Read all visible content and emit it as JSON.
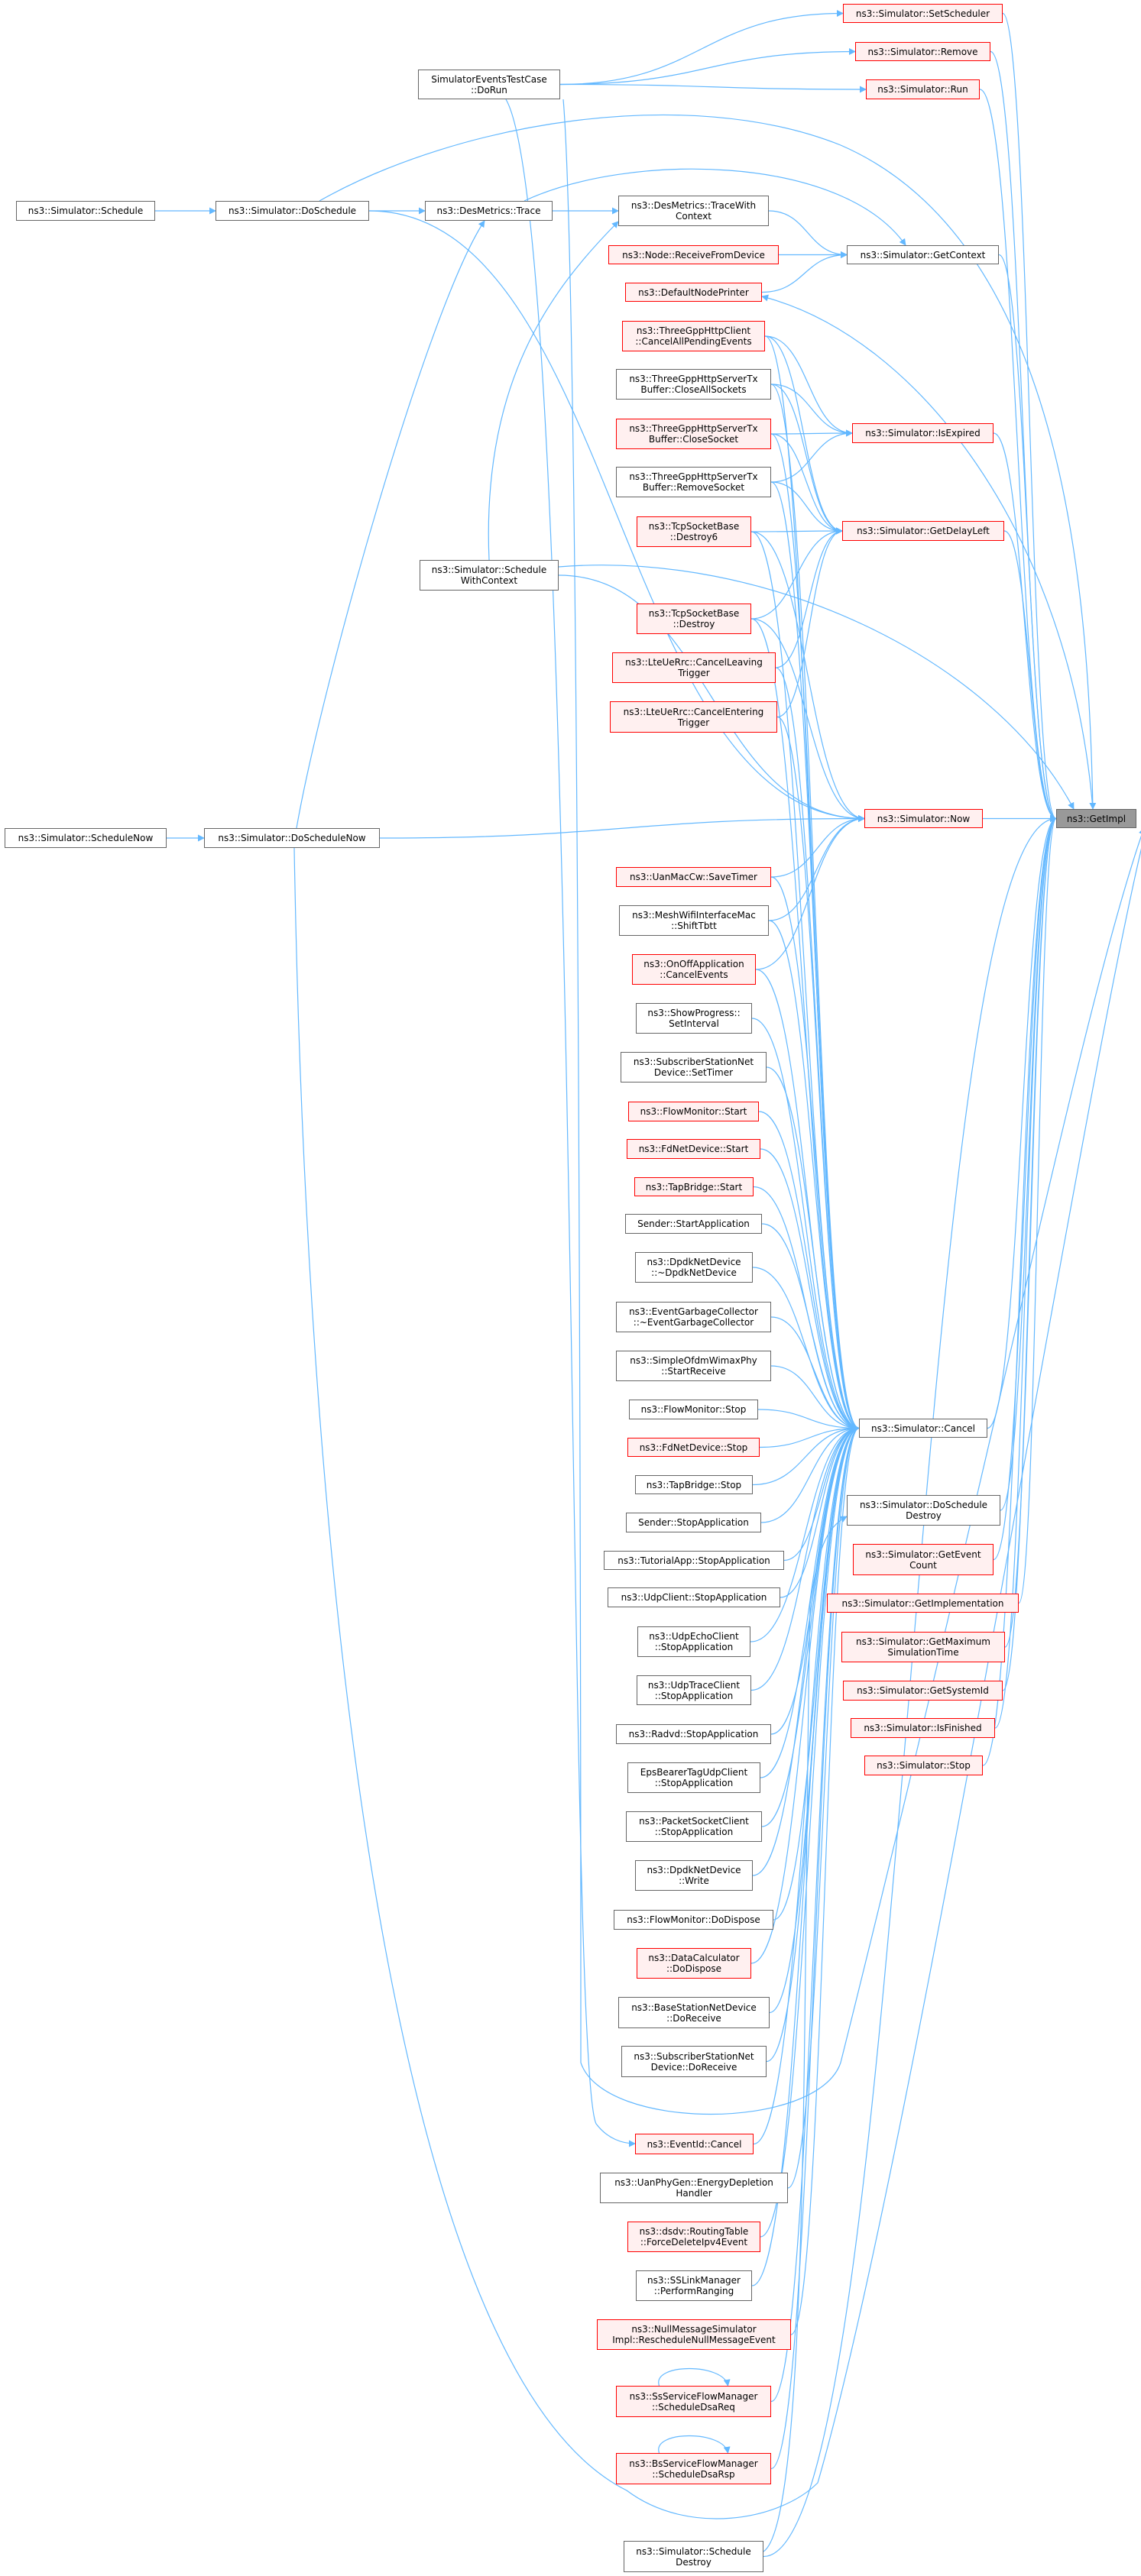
{
  "colors": {
    "edge": "#63b8ff",
    "normal_border": "#666666",
    "red_border": "#ff0000",
    "red_fill": "#fff0f0",
    "root_fill": "#999999"
  },
  "nodes": {
    "getimpl": {
      "label": "ns3::GetImpl",
      "kind": "root"
    },
    "setscheduler": {
      "label": "ns3::Simulator::SetScheduler",
      "kind": "red"
    },
    "remove": {
      "label": "ns3::Simulator::Remove",
      "kind": "red"
    },
    "run": {
      "label": "ns3::Simulator::Run",
      "kind": "red"
    },
    "dorun": {
      "label": "SimulatorEventsTestCase\n::DoRun",
      "kind": "normal"
    },
    "schedule": {
      "label": "ns3::Simulator::Schedule",
      "kind": "normal"
    },
    "doschedule": {
      "label": "ns3::Simulator::DoSchedule",
      "kind": "normal"
    },
    "trace": {
      "label": "ns3::DesMetrics::Trace",
      "kind": "normal"
    },
    "tracewithcontext": {
      "label": "ns3::DesMetrics::TraceWith\nContext",
      "kind": "normal"
    },
    "receivefromdevice": {
      "label": "ns3::Node::ReceiveFromDevice",
      "kind": "red"
    },
    "getcontext": {
      "label": "ns3::Simulator::GetContext",
      "kind": "normal"
    },
    "defaultnodeprinter": {
      "label": "ns3::DefaultNodePrinter",
      "kind": "red"
    },
    "httpclient": {
      "label": "ns3::ThreeGppHttpClient\n::CancelAllPendingEvents",
      "kind": "red"
    },
    "closeallsockets": {
      "label": "ns3::ThreeGppHttpServerTx\nBuffer::CloseAllSockets",
      "kind": "normal"
    },
    "closesocket": {
      "label": "ns3::ThreeGppHttpServerTx\nBuffer::CloseSocket",
      "kind": "red"
    },
    "isexpired": {
      "label": "ns3::Simulator::IsExpired",
      "kind": "red"
    },
    "removesocket": {
      "label": "ns3::ThreeGppHttpServerTx\nBuffer::RemoveSocket",
      "kind": "normal"
    },
    "destroy6": {
      "label": "ns3::TcpSocketBase\n::Destroy6",
      "kind": "red"
    },
    "getdelayleft": {
      "label": "ns3::Simulator::GetDelayLeft",
      "kind": "red"
    },
    "schedulewithcontext": {
      "label": "ns3::Simulator::Schedule\nWithContext",
      "kind": "normal"
    },
    "destroy": {
      "label": "ns3::TcpSocketBase\n::Destroy",
      "kind": "red"
    },
    "cancelleaving": {
      "label": "ns3::LteUeRrc::CancelLeaving\nTrigger",
      "kind": "red"
    },
    "cancelentering": {
      "label": "ns3::LteUeRrc::CancelEntering\nTrigger",
      "kind": "red"
    },
    "now": {
      "label": "ns3::Simulator::Now",
      "kind": "red"
    },
    "schedulenow": {
      "label": "ns3::Simulator::ScheduleNow",
      "kind": "normal"
    },
    "doschedulenow": {
      "label": "ns3::Simulator::DoScheduleNow",
      "kind": "normal"
    },
    "savetimer": {
      "label": "ns3::UanMacCw::SaveTimer",
      "kind": "red"
    },
    "shifttbtt": {
      "label": "ns3::MeshWifiInterfaceMac\n::ShiftTbtt",
      "kind": "normal"
    },
    "onoff": {
      "label": "ns3::OnOffApplication\n::CancelEvents",
      "kind": "red"
    },
    "showprogress": {
      "label": "ns3::ShowProgress::\nSetInterval",
      "kind": "normal"
    },
    "sssettimer": {
      "label": "ns3::SubscriberStationNet\nDevice::SetTimer",
      "kind": "normal"
    },
    "flowmonstart": {
      "label": "ns3::FlowMonitor::Start",
      "kind": "red"
    },
    "fdstart": {
      "label": "ns3::FdNetDevice::Start",
      "kind": "red"
    },
    "tapstart": {
      "label": "ns3::TapBridge::Start",
      "kind": "red"
    },
    "senderstart": {
      "label": "Sender::StartApplication",
      "kind": "normal"
    },
    "dpdkdtor": {
      "label": "ns3::DpdkNetDevice\n::~DpdkNetDevice",
      "kind": "normal"
    },
    "egc": {
      "label": "ns3::EventGarbageCollector\n::~EventGarbageCollector",
      "kind": "normal"
    },
    "ofdm": {
      "label": "ns3::SimpleOfdmWimaxPhy\n::StartReceive",
      "kind": "normal"
    },
    "flowmonstop": {
      "label": "ns3::FlowMonitor::Stop",
      "kind": "normal"
    },
    "cancel": {
      "label": "ns3::Simulator::Cancel",
      "kind": "normal"
    },
    "fdstop": {
      "label": "ns3::FdNetDevice::Stop",
      "kind": "red"
    },
    "tapstop": {
      "label": "ns3::TapBridge::Stop",
      "kind": "normal"
    },
    "senderstop": {
      "label": "Sender::StopApplication",
      "kind": "normal"
    },
    "tutorial": {
      "label": "ns3::TutorialApp::StopApplication",
      "kind": "normal"
    },
    "udpclient": {
      "label": "ns3::UdpClient::StopApplication",
      "kind": "normal"
    },
    "udpecho": {
      "label": "ns3::UdpEchoClient\n::StopApplication",
      "kind": "normal"
    },
    "udptrace": {
      "label": "ns3::UdpTraceClient\n::StopApplication",
      "kind": "normal"
    },
    "radvd": {
      "label": "ns3::Radvd::StopApplication",
      "kind": "normal"
    },
    "epsbearer": {
      "label": "EpsBearerTagUdpClient\n::StopApplication",
      "kind": "normal"
    },
    "packetsocket": {
      "label": "ns3::PacketSocketClient\n::StopApplication",
      "kind": "normal"
    },
    "dpdkwrite": {
      "label": "ns3::DpdkNetDevice\n::Write",
      "kind": "normal"
    },
    "flowmondispose": {
      "label": "ns3::FlowMonitor::DoDispose",
      "kind": "normal"
    },
    "datacalc": {
      "label": "ns3::DataCalculator\n::DoDispose",
      "kind": "red"
    },
    "bsreceive": {
      "label": "ns3::BaseStationNetDevice\n::DoReceive",
      "kind": "normal"
    },
    "ssreceive": {
      "label": "ns3::SubscriberStationNet\nDevice::DoReceive",
      "kind": "normal"
    },
    "eventidcancel": {
      "label": "ns3::EventId::Cancel",
      "kind": "red"
    },
    "uanphy": {
      "label": "ns3::UanPhyGen::EnergyDepletion\nHandler",
      "kind": "normal"
    },
    "dsdv": {
      "label": "ns3::dsdv::RoutingTable\n::ForceDeleteIpv4Event",
      "kind": "red"
    },
    "sslink": {
      "label": "ns3::SSLinkManager\n::PerformRanging",
      "kind": "normal"
    },
    "nullmsg": {
      "label": "ns3::NullMessageSimulator\nImpl::RescheduleNullMessageEvent",
      "kind": "red"
    },
    "ssflow": {
      "label": "ns3::SsServiceFlowManager\n::ScheduleDsaReq",
      "kind": "red"
    },
    "bsflow": {
      "label": "ns3::BsServiceFlowManager\n::ScheduleDsaRsp",
      "kind": "red"
    },
    "scheduledestroy": {
      "label": "ns3::Simulator::Schedule\nDestroy",
      "kind": "normal"
    },
    "doscheduledestroy": {
      "label": "ns3::Simulator::DoSchedule\nDestroy",
      "kind": "normal"
    },
    "geteventcount": {
      "label": "ns3::Simulator::GetEvent\nCount",
      "kind": "red"
    },
    "getimplementation": {
      "label": "ns3::Simulator::GetImplementation",
      "kind": "red"
    },
    "getmaxtime": {
      "label": "ns3::Simulator::GetMaximum\nSimulationTime",
      "kind": "red"
    },
    "getsystemid": {
      "label": "ns3::Simulator::GetSystemId",
      "kind": "red"
    },
    "isfinished": {
      "label": "ns3::Simulator::IsFinished",
      "kind": "red"
    },
    "stop": {
      "label": "ns3::Simulator::Stop",
      "kind": "red"
    }
  },
  "edges": [
    [
      "dorun",
      "setscheduler"
    ],
    [
      "dorun",
      "remove"
    ],
    [
      "dorun",
      "run"
    ],
    [
      "setscheduler",
      "getimpl"
    ],
    [
      "remove",
      "getimpl"
    ],
    [
      "run",
      "getimpl"
    ],
    [
      "schedule",
      "doschedule"
    ],
    [
      "doschedule",
      "trace"
    ],
    [
      "trace",
      "tracewithcontext"
    ],
    [
      "tracewithcontext",
      "getcontext"
    ],
    [
      "receivefromdevice",
      "getcontext"
    ],
    [
      "defaultnodeprinter",
      "getcontext"
    ],
    [
      "trace",
      "getcontext"
    ],
    [
      "schedulewithcontext",
      "tracewithcontext"
    ],
    [
      "doschedulenow",
      "trace"
    ],
    [
      "doschedule",
      "getimpl"
    ],
    [
      "getcontext",
      "getimpl"
    ],
    [
      "getimpl",
      "defaultnodeprinter"
    ],
    [
      "isexpired",
      "getimpl"
    ],
    [
      "getdelayleft",
      "getimpl"
    ],
    [
      "schedulewithcontext",
      "getimpl"
    ],
    [
      "httpclient",
      "isexpired"
    ],
    [
      "httpclient",
      "getdelayleft"
    ],
    [
      "httpclient",
      "cancel"
    ],
    [
      "closeallsockets",
      "isexpired"
    ],
    [
      "closeallsockets",
      "getdelayleft"
    ],
    [
      "closeallsockets",
      "cancel"
    ],
    [
      "closesocket",
      "isexpired"
    ],
    [
      "closesocket",
      "getdelayleft"
    ],
    [
      "closesocket",
      "cancel"
    ],
    [
      "removesocket",
      "isexpired"
    ],
    [
      "removesocket",
      "getdelayleft"
    ],
    [
      "removesocket",
      "cancel"
    ],
    [
      "destroy6",
      "getdelayleft"
    ],
    [
      "destroy6",
      "cancel"
    ],
    [
      "destroy",
      "getdelayleft"
    ],
    [
      "destroy",
      "cancel"
    ],
    [
      "cancelleaving",
      "getdelayleft"
    ],
    [
      "cancelleaving",
      "cancel"
    ],
    [
      "cancelentering",
      "getdelayleft"
    ],
    [
      "cancelentering",
      "cancel"
    ],
    [
      "doschedule",
      "now"
    ],
    [
      "schedulewithcontext",
      "now"
    ],
    [
      "doschedulenow",
      "now"
    ],
    [
      "schedulenow",
      "doschedulenow"
    ],
    [
      "savetimer",
      "now"
    ],
    [
      "shifttbtt",
      "now"
    ],
    [
      "onoff",
      "now"
    ],
    [
      "destroy",
      "now"
    ],
    [
      "destroy6",
      "now"
    ],
    [
      "savetimer",
      "cancel"
    ],
    [
      "shifttbtt",
      "cancel"
    ],
    [
      "onoff",
      "cancel"
    ],
    [
      "now",
      "getimpl"
    ],
    [
      "cancel",
      "getimpl"
    ],
    [
      "showprogress",
      "cancel"
    ],
    [
      "sssettimer",
      "cancel"
    ],
    [
      "flowmonstart",
      "cancel"
    ],
    [
      "fdstart",
      "cancel"
    ],
    [
      "tapstart",
      "cancel"
    ],
    [
      "senderstart",
      "cancel"
    ],
    [
      "dpdkdtor",
      "cancel"
    ],
    [
      "egc",
      "cancel"
    ],
    [
      "ofdm",
      "cancel"
    ],
    [
      "flowmonstop",
      "cancel"
    ],
    [
      "fdstop",
      "cancel"
    ],
    [
      "tapstop",
      "cancel"
    ],
    [
      "senderstop",
      "cancel"
    ],
    [
      "tutorial",
      "cancel"
    ],
    [
      "udpclient",
      "cancel"
    ],
    [
      "udpecho",
      "cancel"
    ],
    [
      "udptrace",
      "cancel"
    ],
    [
      "radvd",
      "cancel"
    ],
    [
      "epsbearer",
      "cancel"
    ],
    [
      "packetsocket",
      "cancel"
    ],
    [
      "dpdkwrite",
      "cancel"
    ],
    [
      "flowmondispose",
      "cancel"
    ],
    [
      "datacalc",
      "cancel"
    ],
    [
      "bsreceive",
      "cancel"
    ],
    [
      "ssreceive",
      "cancel"
    ],
    [
      "eventidcancel",
      "cancel"
    ],
    [
      "uanphy",
      "cancel"
    ],
    [
      "dsdv",
      "cancel"
    ],
    [
      "sslink",
      "cancel"
    ],
    [
      "nullmsg",
      "cancel"
    ],
    [
      "ssflow",
      "cancel"
    ],
    [
      "bsflow",
      "cancel"
    ],
    [
      "ssflow",
      "ssflow"
    ],
    [
      "bsflow",
      "bsflow"
    ],
    [
      "dorun",
      "eventidcancel"
    ],
    [
      "dorun",
      "getimpl"
    ],
    [
      "doschedulenow",
      "getimpl"
    ],
    [
      "scheduledestroy",
      "doscheduledestroy"
    ],
    [
      "scheduledestroy",
      "getimpl"
    ],
    [
      "doscheduledestroy",
      "getimpl"
    ],
    [
      "geteventcount",
      "getimpl"
    ],
    [
      "getimplementation",
      "getimpl"
    ],
    [
      "getmaxtime",
      "getimpl"
    ],
    [
      "getsystemid",
      "getimpl"
    ],
    [
      "isfinished",
      "getimpl"
    ],
    [
      "stop",
      "getimpl"
    ]
  ]
}
